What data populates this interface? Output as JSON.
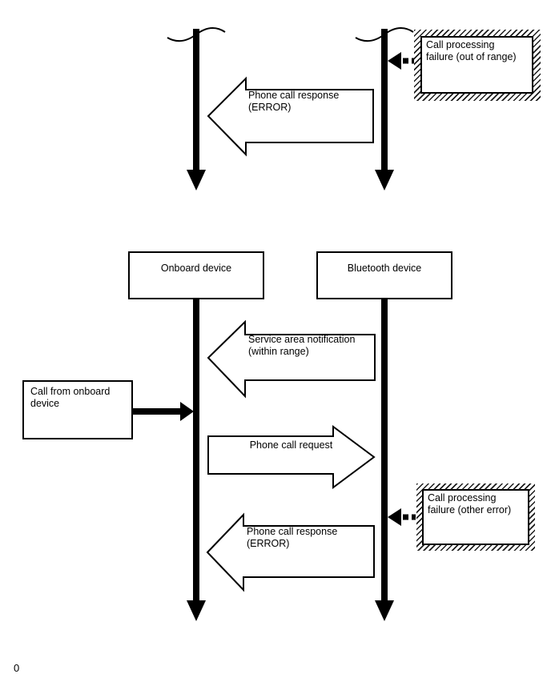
{
  "colors": {
    "ink": "#000000",
    "paper": "#ffffff"
  },
  "partial_sequence": {
    "failure_out_of_range_note": "Call processing\nfailure (out of range)",
    "phone_call_response_error_label": "Phone call response\n(ERROR)"
  },
  "main_sequence": {
    "onboard_device_label": "Onboard device",
    "bluetooth_device_label": "Bluetooth device",
    "service_area_notification_label": "Service area notification\n(within range)",
    "call_from_onboard_note": "Call from onboard\ndevice",
    "phone_call_request_label": "Phone call request",
    "failure_other_error_note": "Call processing\nfailure (other error)",
    "phone_call_response_error_label": "Phone call response\n(ERROR)"
  },
  "footnote": "0"
}
